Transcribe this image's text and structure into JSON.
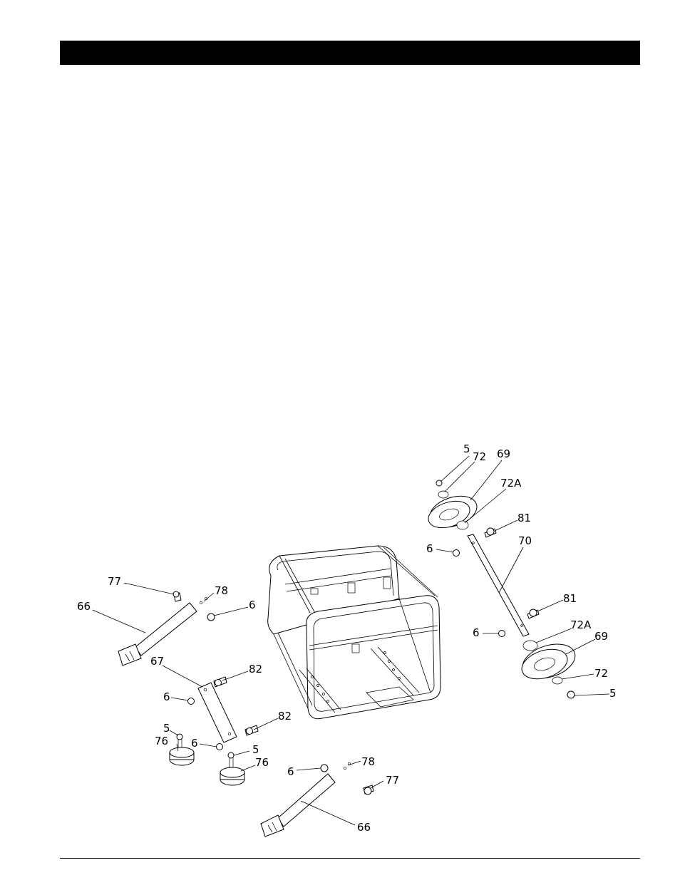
{
  "header": {
    "title": ""
  },
  "diagram": {
    "callouts": [
      "5",
      "72",
      "69",
      "72A",
      "81",
      "6",
      "70",
      "77",
      "78",
      "6",
      "66",
      "81",
      "6",
      "72A",
      "69",
      "67",
      "82",
      "72",
      "6",
      "5",
      "82",
      "5",
      "76",
      "6",
      "5",
      "76",
      "6",
      "78",
      "77",
      "66"
    ]
  }
}
